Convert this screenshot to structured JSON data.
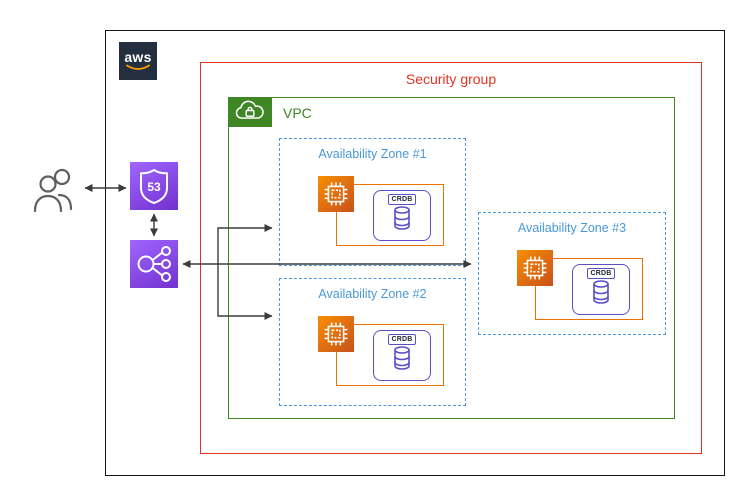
{
  "colors": {
    "sg-red": "#DD3522",
    "vpc-green": "#3F8624",
    "az-blue": "#4A98D8",
    "ec2-orange": "#ED7100",
    "purple-1": "#A166FF",
    "purple-2": "#7131CE",
    "crdb-purple": "#5B4FC7",
    "arrow-gray": "#3B3B3B",
    "aws-navy": "#232F3E"
  },
  "aws": {
    "logo_text": "aws"
  },
  "security_group": {
    "label": "Security group"
  },
  "vpc": {
    "label": "VPC"
  },
  "route53": {
    "label": "53"
  },
  "azs": [
    {
      "label": "Availability Zone #1",
      "db_label": "CRDB"
    },
    {
      "label": "Availability Zone #2",
      "db_label": "CRDB"
    },
    {
      "label": "Availability Zone #3",
      "db_label": "CRDB"
    }
  ]
}
